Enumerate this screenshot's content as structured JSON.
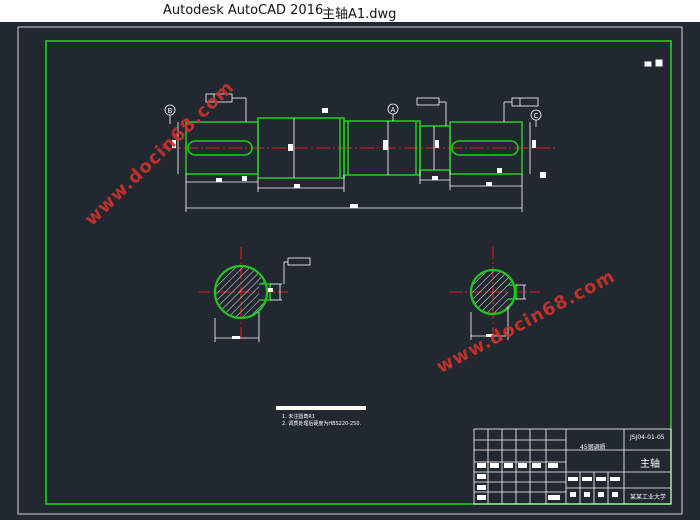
{
  "window": {
    "app_title": "Autodesk AutoCAD 2016",
    "document_title": "主轴A1.dwg"
  },
  "drawing": {
    "datum_labels": [
      "B",
      "A",
      "C"
    ],
    "notes": [
      "1. 未注圆角R1",
      "2. 调质处理后硬度为HBS220-250."
    ],
    "title_block": {
      "part_name": "主轴",
      "drawing_no": "JSJ04-01-05",
      "material_label": "45钢调质",
      "school": "某某工业大学"
    },
    "watermark": "www.docin68.com",
    "colors": {
      "background": "#212830",
      "outline": "#ffffff",
      "part": "#22c51e",
      "centerline": "#e02020",
      "border_green": "#1fd21f",
      "watermark": "#d0312d"
    }
  }
}
